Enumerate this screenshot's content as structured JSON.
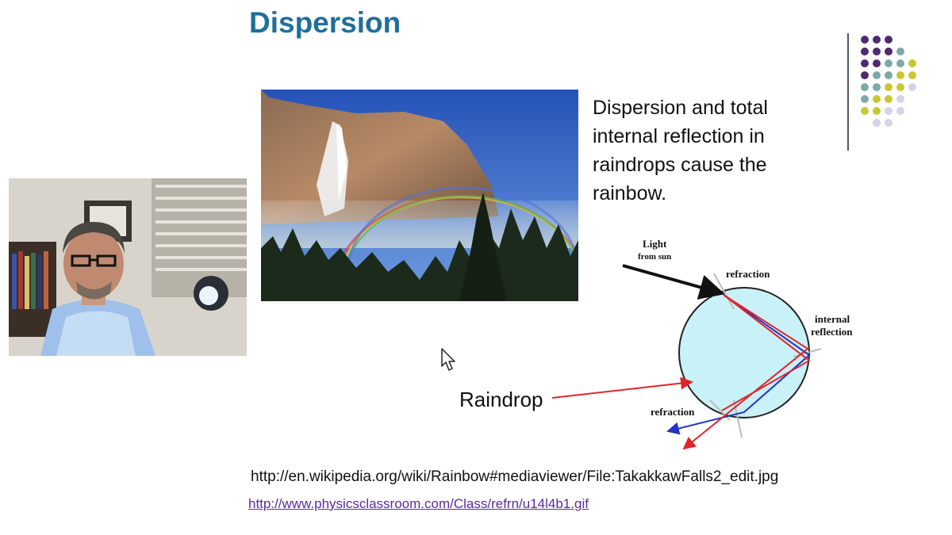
{
  "slide": {
    "title": "Dispersion",
    "body_text": "Dispersion and total internal reflection in raindrops cause the rainbow."
  },
  "diagram": {
    "light_label_line1": "Light",
    "light_label_line2": "from sun",
    "refraction_top": "refraction",
    "internal_line1": "internal",
    "internal_line2": "reflection",
    "refraction_bottom": "refraction",
    "raindrop_label": "Raindrop"
  },
  "links": {
    "wikipedia": "http://en.wikipedia.org/wiki/Rainbow#mediaviewer/File:TakakkawFalls2_edit.jpg",
    "physicsclassroom": "http://www.physicsclassroom.com/Class/refrn/u14l4b1.gif"
  },
  "colors": {
    "title": "#1f6f9a",
    "link": "#5b2aa0",
    "drop_fill": "#c9f1f8",
    "red_ray": "#e0262a",
    "blue_ray": "#2233c8",
    "deco_purple": "#4e2a6e",
    "deco_teal": "#7fa8a8",
    "deco_yellow": "#c8c832",
    "deco_lavender": "#d6d2ea"
  },
  "icons": [
    "mouse-cursor-icon"
  ]
}
